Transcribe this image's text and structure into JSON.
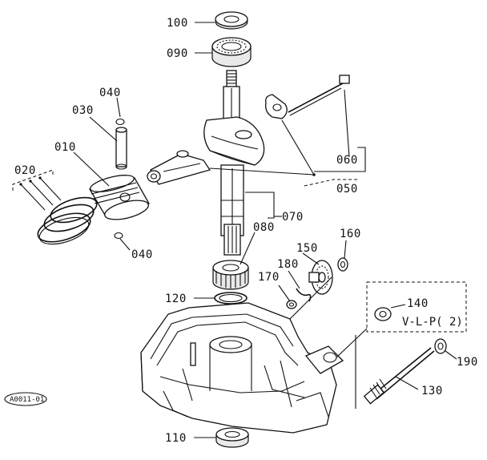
{
  "parts": {
    "p100": "100",
    "p090": "090",
    "p040_top": "040",
    "p030": "030",
    "p010": "010",
    "p020": "020",
    "p040_bottom": "040",
    "p060": "060",
    "p050": "050",
    "p070": "070",
    "p080": "080",
    "p160": "160",
    "p150": "150",
    "p180": "180",
    "p170": "170",
    "p120": "120",
    "p140": "140",
    "p190": "190",
    "p130": "130",
    "p110": "110"
  },
  "reference": "V-L-P( 2)",
  "diagram_code": "A0011-01"
}
